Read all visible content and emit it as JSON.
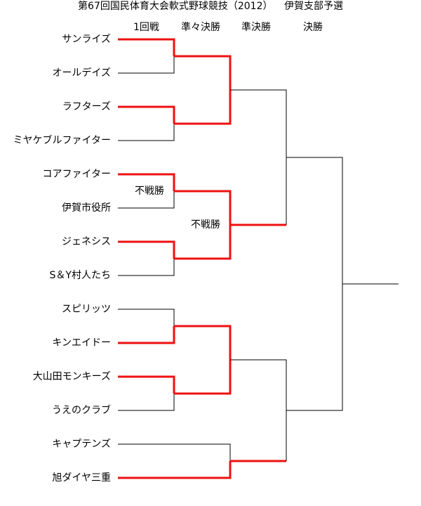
{
  "title": {
    "main": "第67回国民体育大会軟式野球競技（2012）",
    "sub": "伊賀支部予選"
  },
  "rounds": [
    "1回戦",
    "準々決勝",
    "準決勝",
    "決勝"
  ],
  "teams": [
    "サンライズ",
    "オールデイズ",
    "ラフターズ",
    "ミヤケブルファイター",
    "コアファイター",
    "伊賀市役所",
    "ジェネシス",
    "S＆Y村人たち",
    "スピリッツ",
    "キンエイドー",
    "大山田モンキーズ",
    "うえのクラブ",
    "キャプテンズ",
    "旭ダイヤ三重"
  ],
  "notes": {
    "walkover_r1": "不戦勝",
    "walkover_qf": "不戦勝"
  },
  "colors": {
    "winner": "#ee1111",
    "line": "#000000"
  }
}
